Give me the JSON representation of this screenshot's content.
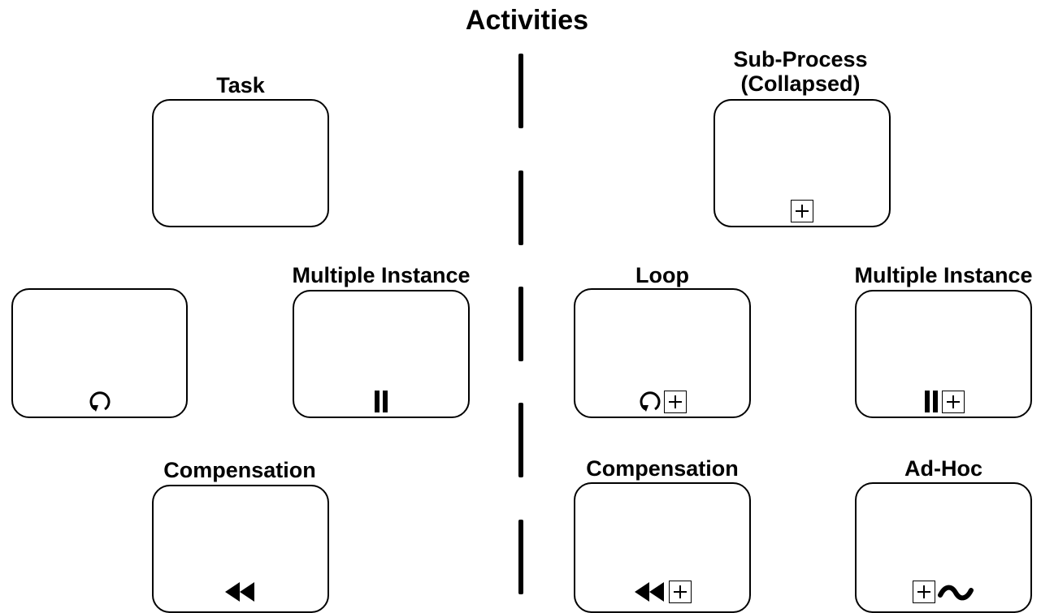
{
  "title": "Activities",
  "left": {
    "task_label": "Task",
    "loop_label": "",
    "multi_label": "Multiple Instance",
    "comp_label": "Compensation"
  },
  "right": {
    "subprocess_label_line1": "Sub-Process",
    "subprocess_label_line2": "(Collapsed)",
    "loop_label": "Loop",
    "multi_label": "Multiple Instance",
    "comp_label": "Compensation",
    "adhoc_label": "Ad-Hoc"
  },
  "icons": {
    "loop": "loop-icon",
    "multi": "multi-instance-icon",
    "compensation": "compensation-icon",
    "subprocess": "plus-box-icon",
    "adhoc": "tilde-icon"
  }
}
